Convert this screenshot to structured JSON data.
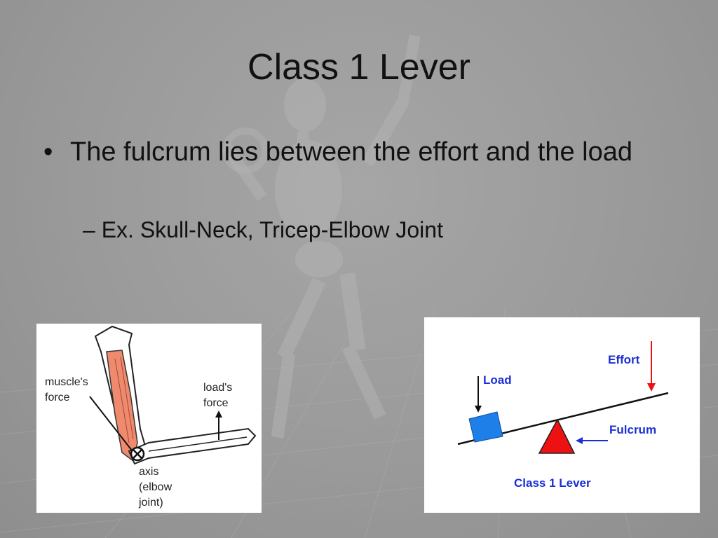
{
  "slide": {
    "title": "Class 1 Lever",
    "bullet": "The fulcrum lies between the effort and the load",
    "bullet_marker": "•",
    "sub_bullet": "– Ex. Skull-Neck, Tricep-Elbow Joint"
  },
  "arm_diagram": {
    "muscle_label_1": "muscle's",
    "muscle_label_2": "force",
    "load_label_1": "load's",
    "load_label_2": "force",
    "axis_label_1": "axis",
    "axis_label_2": "(elbow",
    "axis_label_3": "joint)"
  },
  "lever_diagram": {
    "load_label": "Load",
    "effort_label": "Effort",
    "fulcrum_label": "Fulcrum",
    "caption": "Class 1 Lever"
  },
  "colors": {
    "background": "#9b9b9b",
    "muscle": "#f08a6e",
    "load_box": "#1f7fe8",
    "fulcrum": "#ee1111",
    "effort_arrow": "#ee1111",
    "label_blue": "#1a2fd6"
  }
}
